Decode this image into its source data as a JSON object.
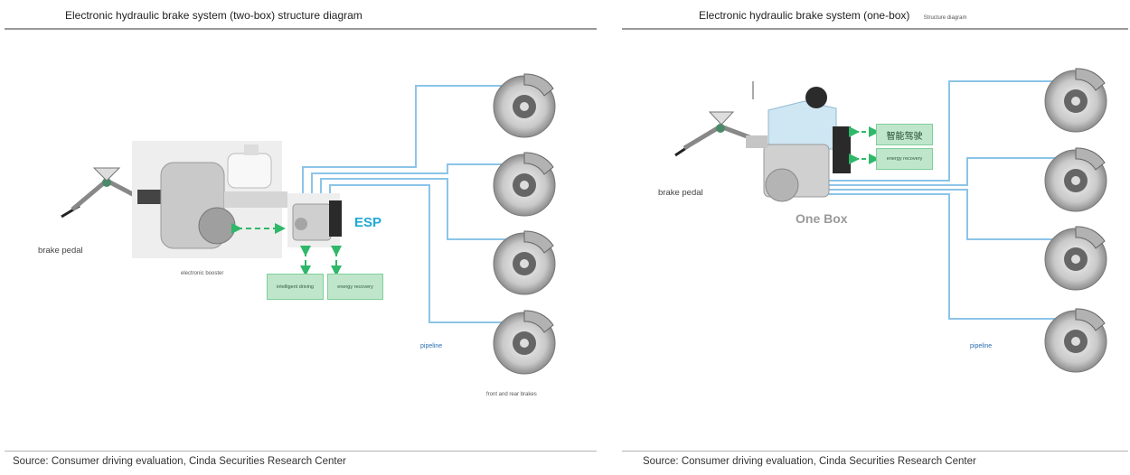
{
  "left": {
    "title": "Electronic hydraulic brake system (two-box) structure diagram",
    "labels": {
      "brake_pedal": "brake pedal",
      "electronic_booster": "electronic booster",
      "esp": "ESP",
      "intelligent_driving": "intelligent driving",
      "energy_recovery": "energy recovery",
      "pipeline": "pipeline",
      "front_rear_brakes": "front and rear brakes"
    },
    "source": "Source: Consumer driving evaluation, Cinda Securities Research Center"
  },
  "right": {
    "title": "Electronic hydraulic brake system (one-box)",
    "title_small": "Structure diagram",
    "labels": {
      "brake_pedal": "brake pedal",
      "one_box": "One Box",
      "intelligent_driving_cn": "智能驾驶",
      "energy_recovery": "energy recovery",
      "pipeline": "pipeline"
    },
    "source": "Source: Consumer driving evaluation, Cinda Securities Research Center"
  },
  "colors": {
    "pipeline": "#8cc4e8",
    "arrow": "#2fb86a",
    "box_fill": "#bfe6cb",
    "esp": "#1fa9d6"
  }
}
